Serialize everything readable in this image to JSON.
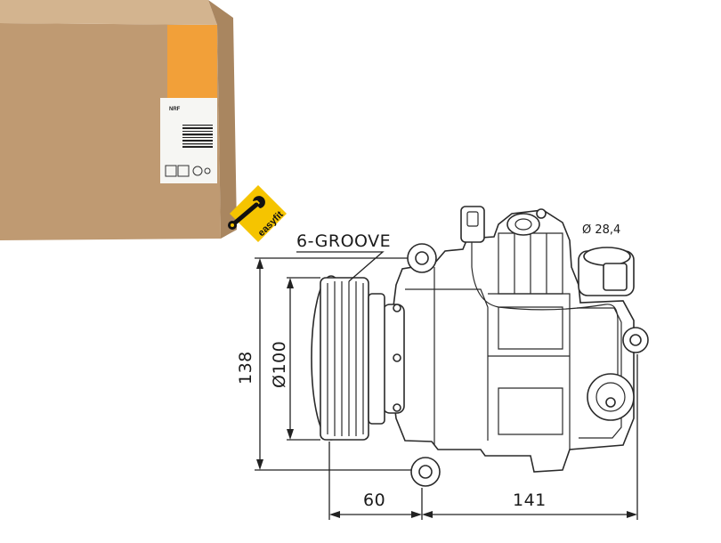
{
  "box": {
    "brand": "NRF",
    "colors": {
      "cardboard": "#bf9a72",
      "cardboard_dark": "#a98660",
      "cardboard_top": "#d3b48f",
      "label_orange": "#f2a039"
    }
  },
  "badge": {
    "text": "easyfit",
    "icon": "wrench-icon",
    "color": "#f5c400"
  },
  "dimensions": {
    "groove": "6-GROOVE",
    "port_diameter": "Ø 28,4",
    "height": "138",
    "pulley_diameter": "Ø100",
    "pulley_offset": "60",
    "body_length": "141"
  }
}
